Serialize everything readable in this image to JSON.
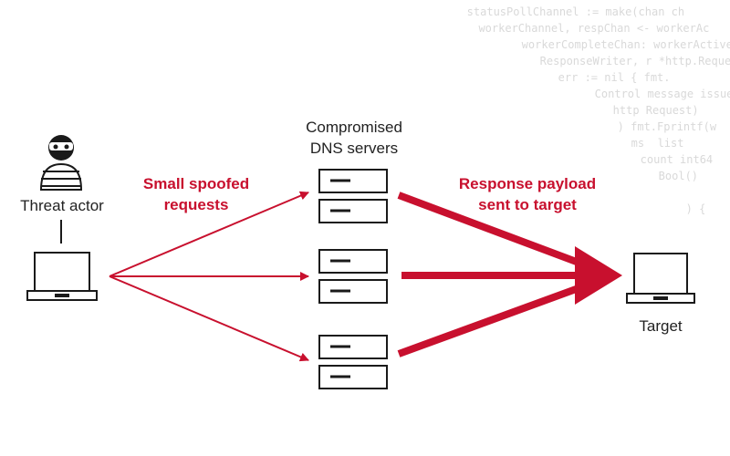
{
  "labels": {
    "threat_actor": "Threat actor",
    "compromised_line1": "Compromised",
    "compromised_line2": "DNS servers",
    "spoofed_line1": "Small spoofed",
    "spoofed_line2": "requests",
    "response_line1": "Response payload",
    "response_line2": "sent to target",
    "target": "Target"
  },
  "background_code": [
    "   statusPollChannel := make(chan ch",
    "  workerChannel, respChan <- workerAc",
    "   workerCompleteChan: workerActive",
    "   ResponseWriter, r *http.Request",
    "   err := nil { fmt.",
    "   Control message issue",
    "   http Request)",
    "   ) fmt.Fprintf(w",
    "   ms  list",
    "   count int64",
    "   Bool()",
    "   ",
    "   ) {"
  ],
  "icons": [
    "hacker-icon",
    "laptop-icon",
    "server-icon",
    "laptop-icon"
  ],
  "colors": {
    "accent": "#c8102e",
    "text": "#222222",
    "icon_stroke": "#1a1a1a",
    "code_bg": "#d9d9d9"
  }
}
